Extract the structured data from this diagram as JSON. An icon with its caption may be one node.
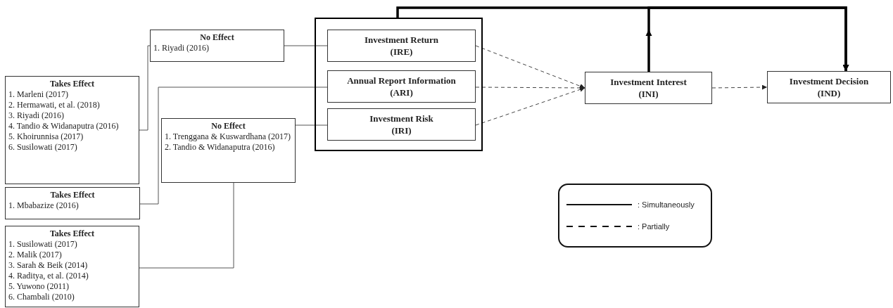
{
  "diagram": {
    "nodes": [
      {
        "text": [
          "No Effect",
          "1. Riyadi (2016)"
        ]
      },
      {
        "text": [
          "Takes Effect",
          "1. Marleni (2017)",
          "2. Hermawati, et al. (2018)",
          "3. Riyadi (2016)",
          "4. Tandio & Widanaputra (2016)",
          "5. Khoirunnisa (2017)",
          "6. Susilowati (2017)"
        ]
      },
      {
        "text": [
          "Takes Effect",
          "1. Mbabazize (2016)"
        ]
      },
      {
        "text": [
          "No Effect",
          "1. Trenggana & Kuswardhana (2017)",
          "2. Tandio & Widanaputra (2016)"
        ]
      },
      {
        "text": [
          "Takes Effect",
          "1. Susilowati (2017)",
          "2. Malik (2017)",
          "3. Sarah & Beik (2014)",
          "4. Raditya, et al. (2014)",
          "5. Yuwono (2011)",
          "6. Chambali (2010)"
        ]
      },
      {
        "text": [],
        "shape": "box"
      },
      {
        "text": [
          "Investment Return",
          "(IRE)"
        ],
        "in": 5
      },
      {
        "text": [
          "Annual Report Information",
          "(ARI)"
        ],
        "in": 5
      },
      {
        "text": [
          "Investment Risk",
          "(IRI)"
        ],
        "in": 5
      },
      {
        "text": [
          "Investment Interest",
          "(INI)"
        ]
      },
      {
        "text": [
          "Investment Decision",
          "(IND)"
        ]
      }
    ],
    "edges": [
      {
        "from": 1,
        "to": 0,
        "arrow": "none"
      },
      {
        "from": 0,
        "to": 6,
        "arrow": "none"
      },
      {
        "from": 2,
        "to": 7,
        "arrow": "none"
      },
      {
        "from": 4,
        "to": 3,
        "arrow": "none"
      },
      {
        "from": 3,
        "to": 8,
        "arrow": "none"
      },
      {
        "from": 6,
        "to": 9,
        "arrow": "to",
        "style": "dashed"
      },
      {
        "from": 7,
        "to": 9,
        "arrow": "to",
        "style": "dashed"
      },
      {
        "from": 8,
        "to": 9,
        "arrow": "to",
        "style": "dashed"
      },
      {
        "from": 9,
        "to": 10,
        "arrow": "to",
        "style": "dashed"
      },
      {
        "from": 5,
        "to": 10,
        "arrow": "to",
        "style": "thick"
      },
      {
        "from": 9,
        "to": 10,
        "arrow": "to",
        "style": "thick"
      }
    ],
    "legend": [
      {
        "text": ": Simultaneously"
      },
      {
        "text": ": Partially"
      }
    ]
  }
}
